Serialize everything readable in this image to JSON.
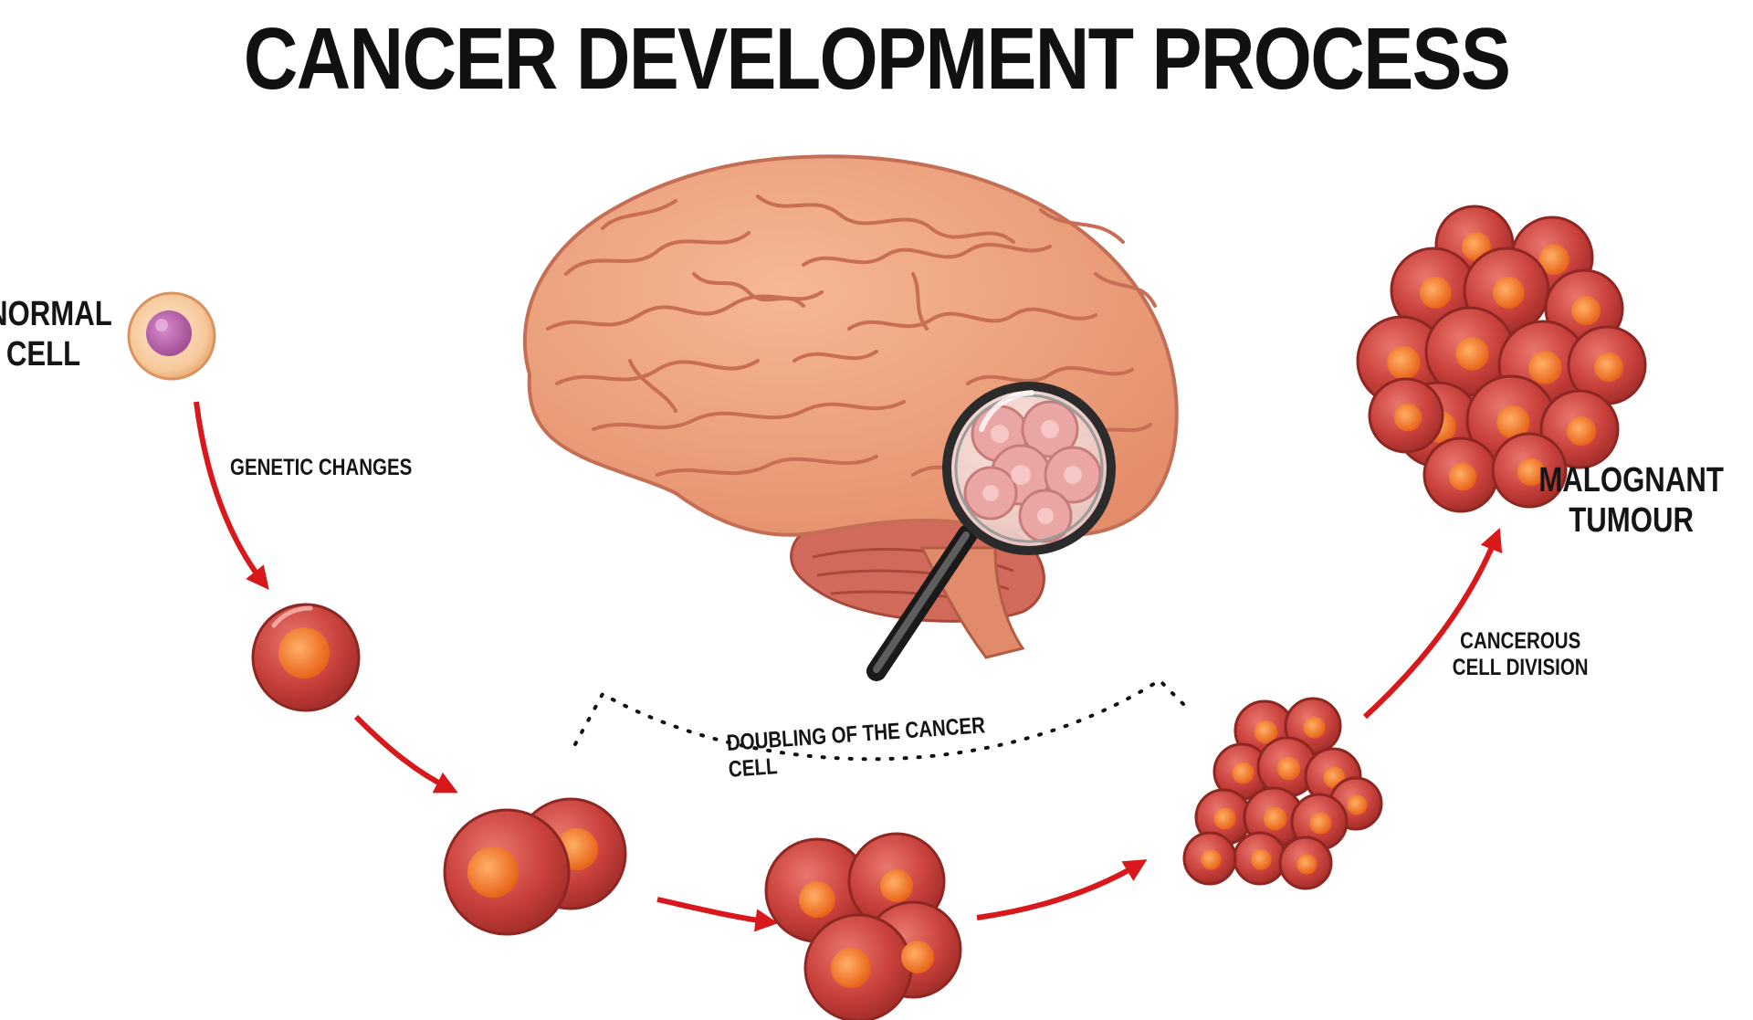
{
  "title": "CANCER DEVELOPMENT PROCESS",
  "labels": {
    "normal_cell": [
      "NORMAL",
      "CELL"
    ],
    "genetic_changes": "GENETIC CHANGES",
    "doubling": "DOUBLING OF THE CANCER CELL",
    "cancerous_division": [
      "CANCEROUS",
      "CELL DIVISION"
    ],
    "malignant_tumour": [
      "MALOGNANT",
      "TUMOUR"
    ]
  },
  "colors": {
    "arrow": "#d8181b",
    "cancer_cell": "#c9413c",
    "cancer_nucleus": "#ef7a22",
    "normal_cell": "#f6c89a",
    "normal_nucleus": "#b561a8",
    "brain": "#eea17d",
    "brain_fold": "#c76e55",
    "cerebellum": "#d26a5b"
  },
  "icons": [
    "brain-illustration",
    "magnifying-glass-icon",
    "normal-cell-icon",
    "cancer-cell-icon",
    "tumour-cluster-icon",
    "arrow-icon"
  ]
}
